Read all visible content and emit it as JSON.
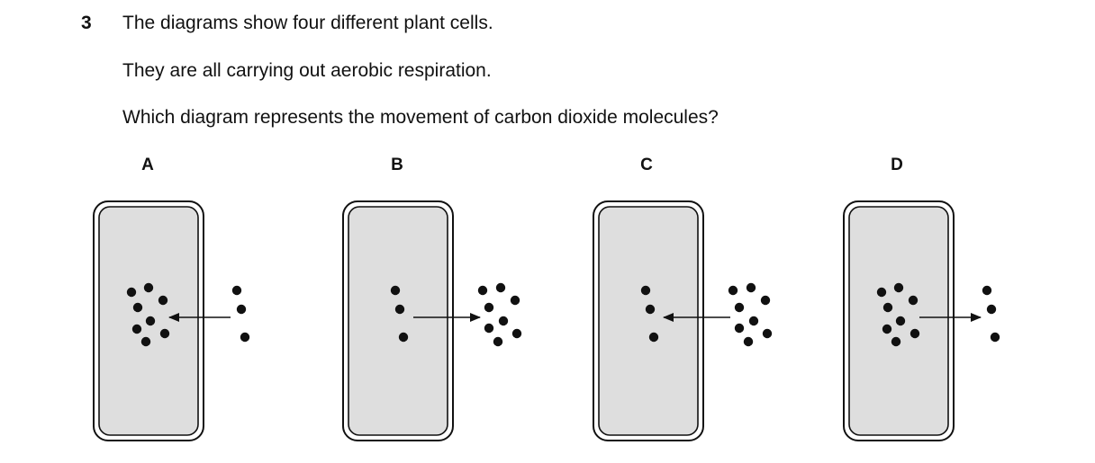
{
  "question": {
    "number": "3",
    "lines": [
      "The diagrams show four different plant cells.",
      "They are all carrying out aerobic respiration.",
      "Which diagram represents the movement of carbon dioxide molecules?"
    ]
  },
  "options": [
    {
      "label": "A",
      "dots_inside": 8,
      "dots_outside": 3,
      "arrow_direction": "into-cell"
    },
    {
      "label": "B",
      "dots_inside": 3,
      "dots_outside": 8,
      "arrow_direction": "out-of-cell"
    },
    {
      "label": "C",
      "dots_inside": 3,
      "dots_outside": 8,
      "arrow_direction": "into-cell"
    },
    {
      "label": "D",
      "dots_inside": 8,
      "dots_outside": 3,
      "arrow_direction": "out-of-cell"
    }
  ],
  "colors": {
    "cytoplasm": "#dedede",
    "outline": "#111111",
    "molecule": "#111111"
  }
}
